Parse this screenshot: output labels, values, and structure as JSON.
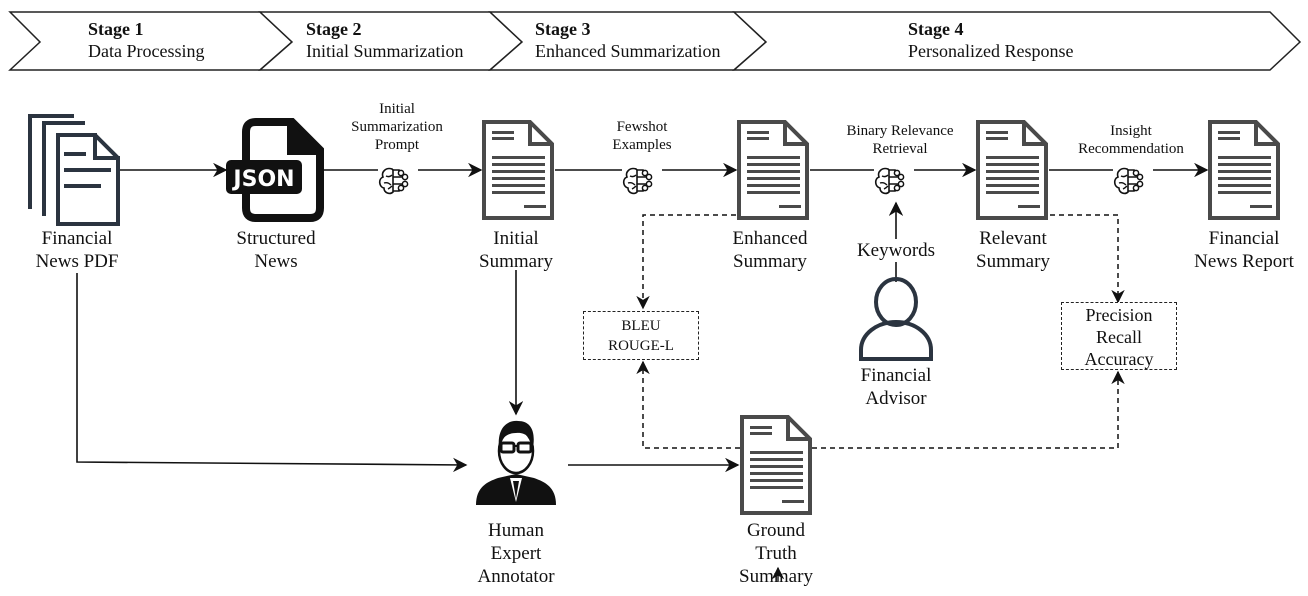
{
  "stages": [
    {
      "number": "Stage 1",
      "name": "Data Processing"
    },
    {
      "number": "Stage 2",
      "name": "Initial Summarization"
    },
    {
      "number": "Stage 3",
      "name": "Enhanced Summarization"
    },
    {
      "number": "Stage 4",
      "name": "Personalized Response"
    }
  ],
  "nodes": {
    "financial_news_pdf": {
      "line1": "Financial",
      "line2": "News PDF",
      "icon": "stacked-documents-icon"
    },
    "structured_news": {
      "line1": "Structured",
      "line2": "News",
      "icon": "json-file-icon",
      "badge": "JSON"
    },
    "initial_summary": {
      "line1": "Initial",
      "line2": "Summary",
      "icon": "document-icon"
    },
    "enhanced_summary": {
      "line1": "Enhanced",
      "line2": "Summary",
      "icon": "document-icon"
    },
    "relevant_summary": {
      "line1": "Relevant",
      "line2": "Summary",
      "icon": "document-icon"
    },
    "financial_news_report": {
      "line1": "Financial",
      "line2": "News Report",
      "icon": "document-icon"
    },
    "human_expert_annotator": {
      "line1": "Human",
      "line2": "Expert",
      "line3": "Annotator",
      "icon": "businessman-icon"
    },
    "ground_truth_summary": {
      "line1": "Ground",
      "line2": "Truth",
      "line3": "Summary",
      "icon": "document-icon"
    },
    "financial_advisor": {
      "line1": "Financial",
      "line2": "Advisor",
      "icon": "person-outline-icon"
    }
  },
  "processes": {
    "initial_prompt": {
      "line1": "Initial",
      "line2": "Summarization",
      "line3": "Prompt",
      "icon": "ai-brain-icon"
    },
    "fewshot": {
      "line1": "Fewshot",
      "line2": "Examples",
      "icon": "ai-brain-icon"
    },
    "binary_relevance": {
      "line1": "Binary Relevance",
      "line2": "Retrieval",
      "icon": "ai-brain-icon"
    },
    "insight": {
      "line1": "Insight",
      "line2": "Recommendation",
      "icon": "ai-brain-icon"
    }
  },
  "keywords_label": "Keywords",
  "metrics": {
    "summarization": [
      "BLEU",
      "ROUGE-L"
    ],
    "retrieval": [
      "Precision",
      "Recall",
      "Accuracy"
    ]
  },
  "colors": {
    "icon_dark": "#2b3440",
    "doc_gray": "#4a4a4a",
    "line": "#111111"
  }
}
